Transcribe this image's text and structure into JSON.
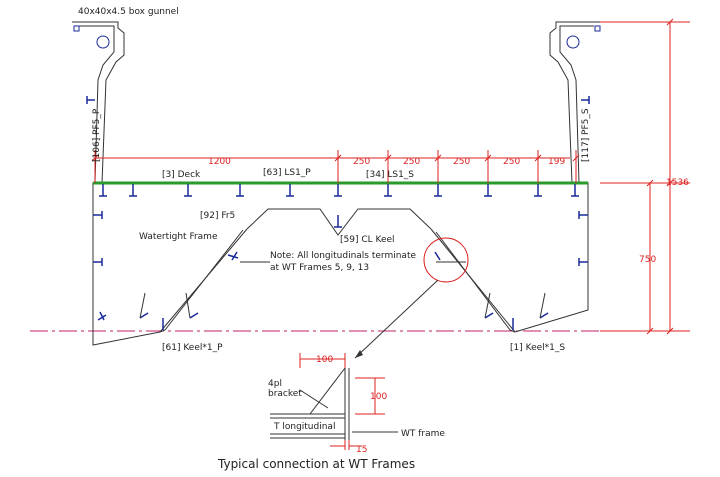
{
  "labels": {
    "gunnel": "40x40x4.5 box gunnel",
    "pf5_p": "[106] PF5_P",
    "pf5_s": "[117] PF5_S",
    "deck": "[3] Deck",
    "ls1_p": "[63] LS1_P",
    "ls1_s": "[34] LS1_S",
    "fr5": "[92] Fr5",
    "watertight": "Watertight Frame",
    "cl_keel": "[59] CL Keel",
    "note_line1": "Note: All longitudinals terminate",
    "note_line2": "at WT Frames 5, 9, 13",
    "keel_p": "[61] Keel*1_P",
    "keel_s": "[1] Keel*1_S",
    "bracket_line1": "4pl",
    "bracket_line2": "bracket",
    "t_long": "T longitudinal",
    "wt_frame": "WT frame",
    "caption": "Typical connection at WT Frames"
  },
  "dimensions": {
    "d1200": "1200",
    "d250a": "250",
    "d250b": "250",
    "d250c": "250",
    "d250d": "250",
    "d199": "199",
    "d1536": "1536",
    "d750": "750",
    "d100a": "100",
    "d100b": "100",
    "d15": "15"
  },
  "colors": {
    "outline": "#333333",
    "dimension": "#dd2222",
    "deck": "#2a9a2a",
    "stiffener": "#1a2a9a",
    "centerline": "#c0206a"
  }
}
